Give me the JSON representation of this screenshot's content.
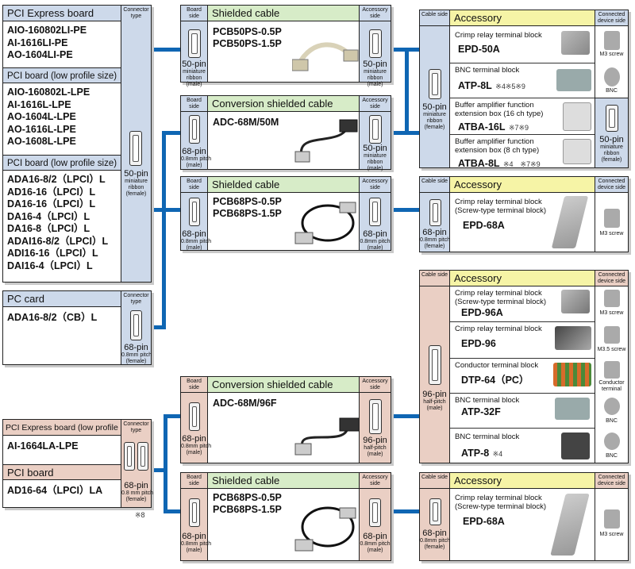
{
  "labels": {
    "connector_type": "Connector type",
    "board_side": "Board side",
    "accessory_side": "Accessory side",
    "cable_side": "Cable side",
    "connected_device_side": "Connected device side"
  },
  "left_pci": {
    "title": "PCI Express board",
    "products": [
      "AIO-160802LI-PE",
      "AI-1616LI-PE",
      "AO-1604LI-PE"
    ],
    "sub1_title": "PCI board (low profile size)",
    "sub1_products": [
      "AIO-160802L-LPE",
      "AI-1616L-LPE",
      "AO-1604L-LPE",
      "AO-1616L-LPE",
      "AO-1608L-LPE"
    ],
    "sub2_title": "PCI board (low profile size)",
    "sub2_products": [
      "ADA16-8/2（LPCI）L",
      "AD16-16（LPCI）L",
      "DA16-16（LPCI）L",
      "DA16-4（LPCI）L",
      "DA16-8（LPCI）L",
      "ADAI16-8/2（LPCI）L",
      "ADI16-16（LPCI）L",
      "DAI16-4（LPCI）L"
    ],
    "connector": [
      "50-pin",
      "miniature",
      "ribbon",
      "(female)"
    ]
  },
  "left_pc": {
    "title": "PC card",
    "product": "ADA16-8/2（CB）L",
    "connector": [
      "68-pin",
      "0.8mm pitch",
      "(female)"
    ]
  },
  "left_bottom": {
    "title1": "PCI Express board (low profile size)",
    "product1": "AI-1664LA-LPE",
    "title2": "PCI board",
    "product2": "AD16-64（LPCI）LA",
    "connector": [
      "68-pin",
      "0.8 mm pitch",
      "(female)"
    ],
    "note": "※8"
  },
  "cables": [
    {
      "title": "Shielded cable",
      "products": [
        "PCB50PS-0.5P",
        "PCB50PS-1.5P"
      ],
      "board_pin": [
        "50-pin",
        "miniature",
        "ribbon",
        "(male)"
      ],
      "acc_pin": [
        "50-pin",
        "miniature",
        "ribbon",
        "(male)"
      ]
    },
    {
      "title": "Conversion shielded cable",
      "products": [
        "ADC-68M/50M"
      ],
      "board_pin": [
        "68-pin",
        "0.8mm pitch",
        "(male)"
      ],
      "acc_pin": [
        "50-pin",
        "miniature",
        "ribbon",
        "(male)"
      ]
    },
    {
      "title": "Shielded cable",
      "products": [
        "PCB68PS-0.5P",
        "PCB68PS-1.5P"
      ],
      "board_pin": [
        "68-pin",
        "0.8mm pitch",
        "(male)"
      ],
      "acc_pin": [
        "68-pin",
        "0.8mm pitch",
        "(male)"
      ]
    },
    {
      "title": "Conversion shielded cable",
      "products": [
        "ADC-68M/96F"
      ],
      "board_pin": [
        "68-pin",
        "0.8mm pitch",
        "(male)"
      ],
      "acc_pin": [
        "96-pin",
        "half-pitch",
        "(male)"
      ]
    },
    {
      "title": "Shielded cable",
      "products": [
        "PCB68PS-0.5P",
        "PCB68PS-1.5P"
      ],
      "board_pin": [
        "68-pin",
        "0.8mm pitch",
        "(male)"
      ],
      "acc_pin": [
        "68-pin",
        "0.8mm pitch",
        "(male)"
      ]
    }
  ],
  "accessories": [
    {
      "title": "Accessory",
      "cable_pin": [
        "50-pin",
        "miniature",
        "ribbon",
        "(female)"
      ],
      "items": [
        {
          "desc": [
            "Crimp relay terminal block"
          ],
          "product": "EPD-50A",
          "notes": "",
          "device": "M3 screw"
        },
        {
          "desc": [
            "BNC terminal block"
          ],
          "product": "ATP-8L",
          "notes": "※4※5※9",
          "device": "BNC"
        },
        {
          "desc": [
            "Buffer amplifier function",
            "extension box (16 ch type)"
          ],
          "product": "ATBA-16L",
          "notes": "※7※9",
          "device": ""
        },
        {
          "desc": [
            "Buffer amplifier function",
            "extension box (8 ch type)"
          ],
          "product": "ATBA-8L",
          "notes": "※4　※7※9",
          "device": ""
        }
      ],
      "device_pin": [
        "50-pin",
        "miniature",
        "ribbon",
        "(female)"
      ]
    },
    {
      "title": "Accessory",
      "cable_pin": [
        "68-pin",
        "0.8mm pitch",
        "(female)"
      ],
      "items": [
        {
          "desc": [
            "Crimp relay terminal block",
            "(Screw-type terminal block)"
          ],
          "product": "EPD-68A",
          "notes": "",
          "device": "M3 screw"
        }
      ]
    },
    {
      "title": "Accessory",
      "cable_pin": [
        "96-pin",
        "half-pitch",
        "(male)"
      ],
      "items": [
        {
          "desc": [
            "Crimp relay terminal block",
            "(Screw-type terminal block)"
          ],
          "product": "EPD-96A",
          "notes": "",
          "device": "M3 screw"
        },
        {
          "desc": [
            "Crimp relay terminal block"
          ],
          "product": "EPD-96",
          "notes": "",
          "device": "M3.5 screw"
        },
        {
          "desc": [
            "Conductor terminal block"
          ],
          "product": "DTP-64（PC）",
          "notes": "",
          "device": "Conductor terminal"
        },
        {
          "desc": [
            "BNC terminal block"
          ],
          "product": "ATP-32F",
          "notes": "",
          "device": "BNC"
        },
        {
          "desc": [
            "BNC terminal block"
          ],
          "product": "ATP-8",
          "notes": "※4",
          "device": "BNC"
        }
      ]
    },
    {
      "title": "Accessory",
      "cable_pin": [
        "68-pin",
        "0.8mm pitch",
        "(female)"
      ],
      "items": [
        {
          "desc": [
            "Crimp relay terminal block",
            "(Screw-type terminal block)"
          ],
          "product": "EPD-68A",
          "notes": "",
          "device": "M3 screw"
        }
      ]
    }
  ],
  "colors": {
    "line": "#0f66b3",
    "blue": "#cdd9ea",
    "pink": "#eacfc4",
    "green": "#d7ecc8",
    "yellow": "#f6f4a6"
  }
}
